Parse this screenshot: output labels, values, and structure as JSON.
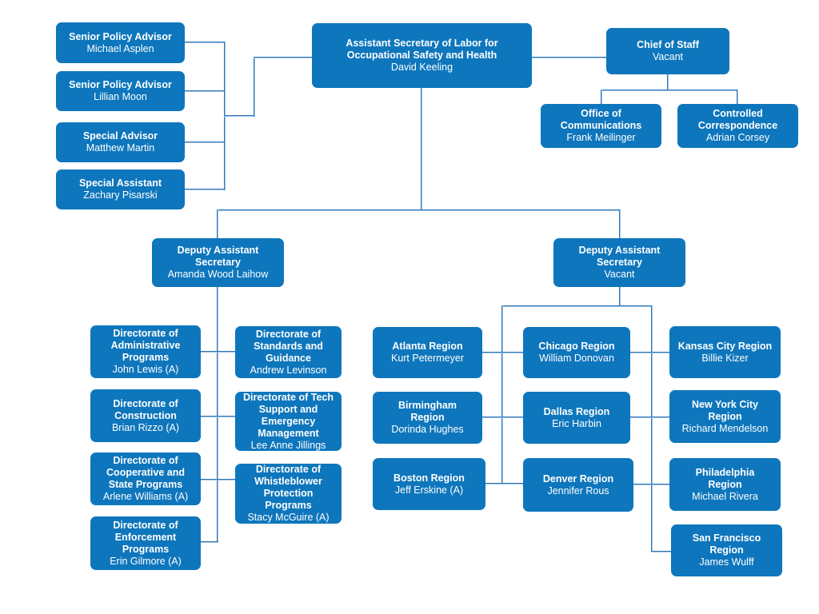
{
  "colors": {
    "box_fill": "#0E76BC",
    "box_text": "#FFFFFF",
    "connector_dark": "#2E75B5",
    "connector_light": "#9CC3E6",
    "background": "#FFFFFF"
  },
  "nodes": {
    "top": {
      "title": "Assistant Secretary of Labor for\nOccupational Safety and Health",
      "name": "David Keeling"
    },
    "a1": {
      "title": "Senior Policy Advisor",
      "name": "Michael Asplen"
    },
    "a2": {
      "title": "Senior Policy Advisor",
      "name": "Lillian Moon"
    },
    "a3": {
      "title": "Special Advisor",
      "name": "Matthew Martin"
    },
    "a4": {
      "title": "Special Assistant",
      "name": "Zachary Pisarski"
    },
    "cos": {
      "title": "Chief of Staff",
      "name": "Vacant"
    },
    "ooc": {
      "title": "Office of\nCommunications",
      "name": "Frank Meilinger"
    },
    "cc": {
      "title": "Controlled\nCorrespondence",
      "name": "Adrian Corsey"
    },
    "dep1": {
      "title": "Deputy Assistant\nSecretary",
      "name": "Amanda Wood Laihow"
    },
    "dep2": {
      "title": "Deputy Assistant\nSecretary",
      "name": "Vacant"
    },
    "d1": {
      "title": "Directorate of\nAdministrative\nPrograms",
      "name": "John Lewis (A)"
    },
    "d2": {
      "title": "Directorate of\nConstruction",
      "name": "Brian Rizzo (A)"
    },
    "d3": {
      "title": "Directorate of\nCooperative and\nState Programs",
      "name": "Arlene Williams (A)"
    },
    "d4": {
      "title": "Directorate of\nEnforcement\nPrograms",
      "name": "Erin Gilmore (A)"
    },
    "s1": {
      "title": "Directorate of\nStandards and\nGuidance",
      "name": "Andrew Levinson"
    },
    "s2": {
      "title": "Directorate of Tech\nSupport and\nEmergency\nManagement",
      "name": "Lee Anne Jillings"
    },
    "s3": {
      "title": "Directorate of\nWhistleblower\nProtection\nPrograms",
      "name": "Stacy McGuire (A)"
    },
    "ra1": {
      "title": "Atlanta Region",
      "name": "Kurt Petermeyer"
    },
    "ra2": {
      "title": "Birmingham\nRegion",
      "name": "Dorinda Hughes"
    },
    "ra3": {
      "title": "Boston Region",
      "name": "Jeff Erskine (A)"
    },
    "rb1": {
      "title": "Chicago Region",
      "name": "William Donovan"
    },
    "rb2": {
      "title": "Dallas Region",
      "name": "Eric Harbin"
    },
    "rb3": {
      "title": "Denver Region",
      "name": "Jennifer Rous"
    },
    "rc1": {
      "title": "Kansas City Region",
      "name": "Billie Kizer"
    },
    "rc2": {
      "title": "New York City\nRegion",
      "name": "Richard Mendelson"
    },
    "rc3": {
      "title": "Philadelphia\nRegion",
      "name": "Michael Rivera"
    },
    "rc4": {
      "title": "San Francisco\nRegion",
      "name": "James Wulff"
    }
  }
}
